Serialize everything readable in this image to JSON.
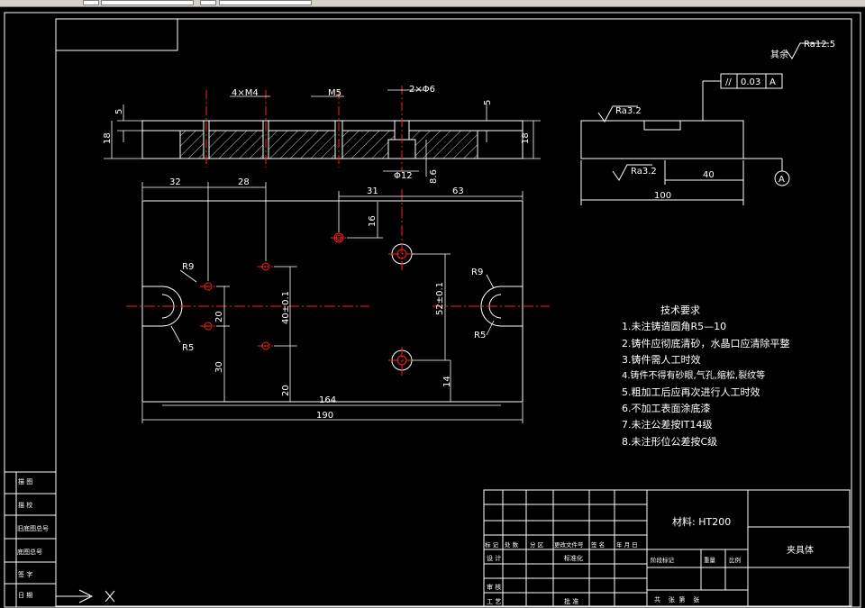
{
  "toolbar": {
    "icon_left": "drawing-icon",
    "icon_mid": "layer-icon"
  },
  "dims": {
    "hole_callout": "4×M4",
    "thread": "M5",
    "pin_holes": "2×Φ6",
    "top_5_left": "5",
    "top_5_right": "5",
    "thick_left": "18",
    "thick_right": "18",
    "bore_dia": "Φ12",
    "bore_depth": "8.6",
    "d32": "32",
    "d28": "28",
    "d31": "31",
    "d63": "63",
    "d16": "16",
    "r9_left": "R9",
    "r5_left": "R5",
    "r9_right": "R9",
    "r5_right": "R5",
    "d20a": "20",
    "d40": "40±0.1",
    "d52": "52±0.1",
    "d30": "30",
    "d20b": "20",
    "d14": "14",
    "d164": "164",
    "d190": "190"
  },
  "side_view": {
    "rest": "其余",
    "ra125": "Ra12.5",
    "tol_sym": "//",
    "tol_val": "0.03",
    "datum": "A",
    "ra32_top": "Ra3.2",
    "ra32_bot": "Ra3.2",
    "d40": "40",
    "d100": "100",
    "datum_label": "A"
  },
  "tech": {
    "title": "技术要求",
    "items": [
      "1.未注铸造圆角R5—10",
      "2.铸件应彻底清砂，水晶口应清除平整",
      "3.铸件需人工时效",
      "4.铸件不得有砂眼,气孔,缩松,裂纹等",
      "5.粗加工后应再次进行人工时效",
      "6.不加工表面涂底漆",
      "7.未注公差按IT14级",
      "8.未注形位公差按C级"
    ]
  },
  "left_strip": [
    "描 图",
    "描 校",
    "旧底图总号",
    "底图总号",
    "签 字",
    "日 期"
  ],
  "title_block": {
    "material": "材料: HT200",
    "part_name": "夹具体",
    "header_row": [
      "标 记",
      "处 数",
      "分 区",
      "更改文件号",
      "签 名",
      "年 月 日"
    ],
    "design": "设 计",
    "standard": "标准化",
    "stage_mark": "阶段标记",
    "weight": "重量",
    "scale": "比例",
    "review": "审 核",
    "process": "工 艺",
    "approve": "批 准",
    "sheets": "共    张  第    张"
  },
  "colors": {
    "line": "#ffffff",
    "center": "#ff2020",
    "hatch": "#ffffff",
    "bg": "#000000"
  }
}
